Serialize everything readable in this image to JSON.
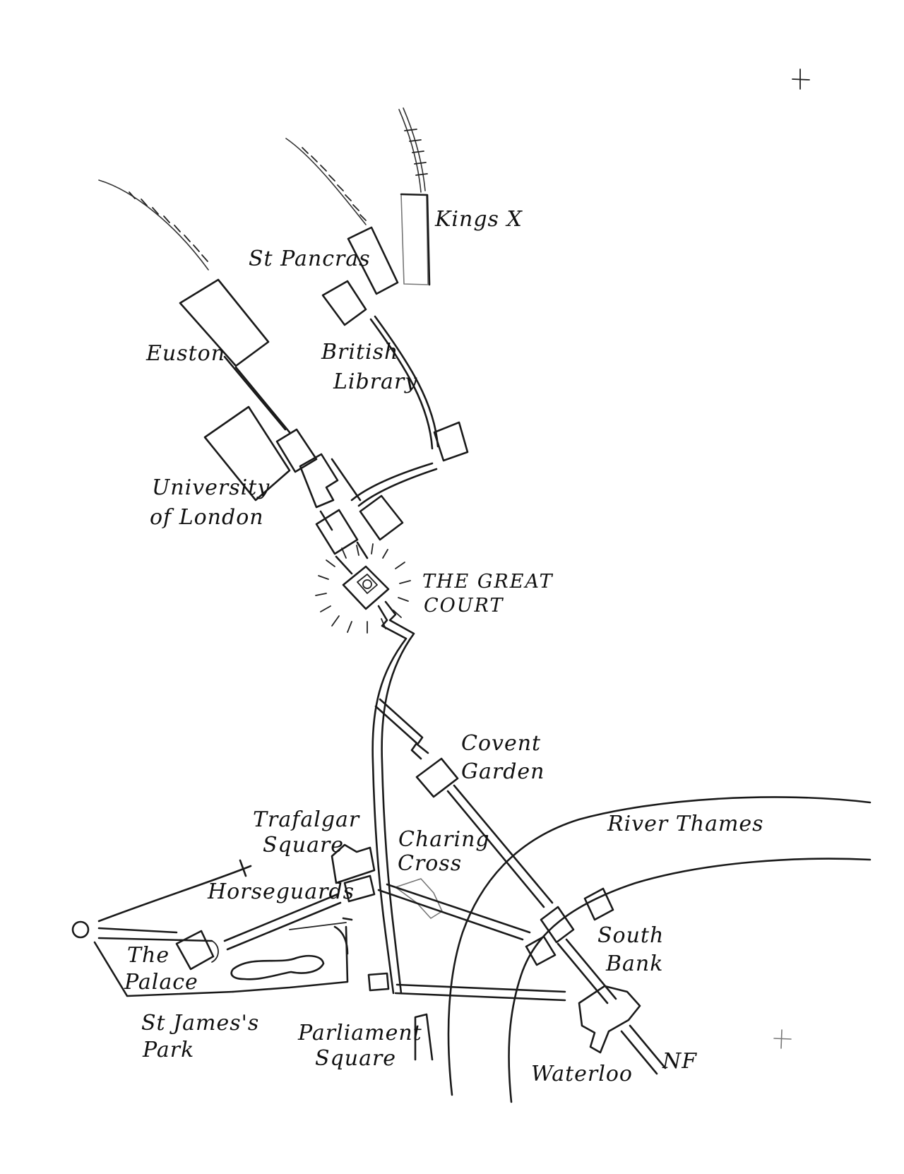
{
  "map": {
    "labels": {
      "kings_x": "Kings X",
      "st_pancras": "St Pancras",
      "euston": "Euston",
      "british_library_1": "British",
      "british_library_2": "Library",
      "university_1": "University",
      "university_2": "of London",
      "great_court_1": "THE GREAT",
      "great_court_2": "COURT",
      "covent_garden_1": "Covent",
      "covent_garden_2": "Garden",
      "river_thames": "River Thames",
      "trafalgar_1": "Trafalgar",
      "trafalgar_2": "Square",
      "charing_cross_1": "Charing",
      "charing_cross_2": "Cross",
      "horseguards": "Horseguards",
      "palace_1": "The",
      "palace_2": "Palace",
      "south_bank_1": "South",
      "south_bank_2": "Bank",
      "st_james_1": "St James's",
      "st_james_2": "Park",
      "parliament_1": "Parliament",
      "parliament_2": "Square",
      "waterloo": "Waterloo",
      "signature": "NF"
    }
  }
}
